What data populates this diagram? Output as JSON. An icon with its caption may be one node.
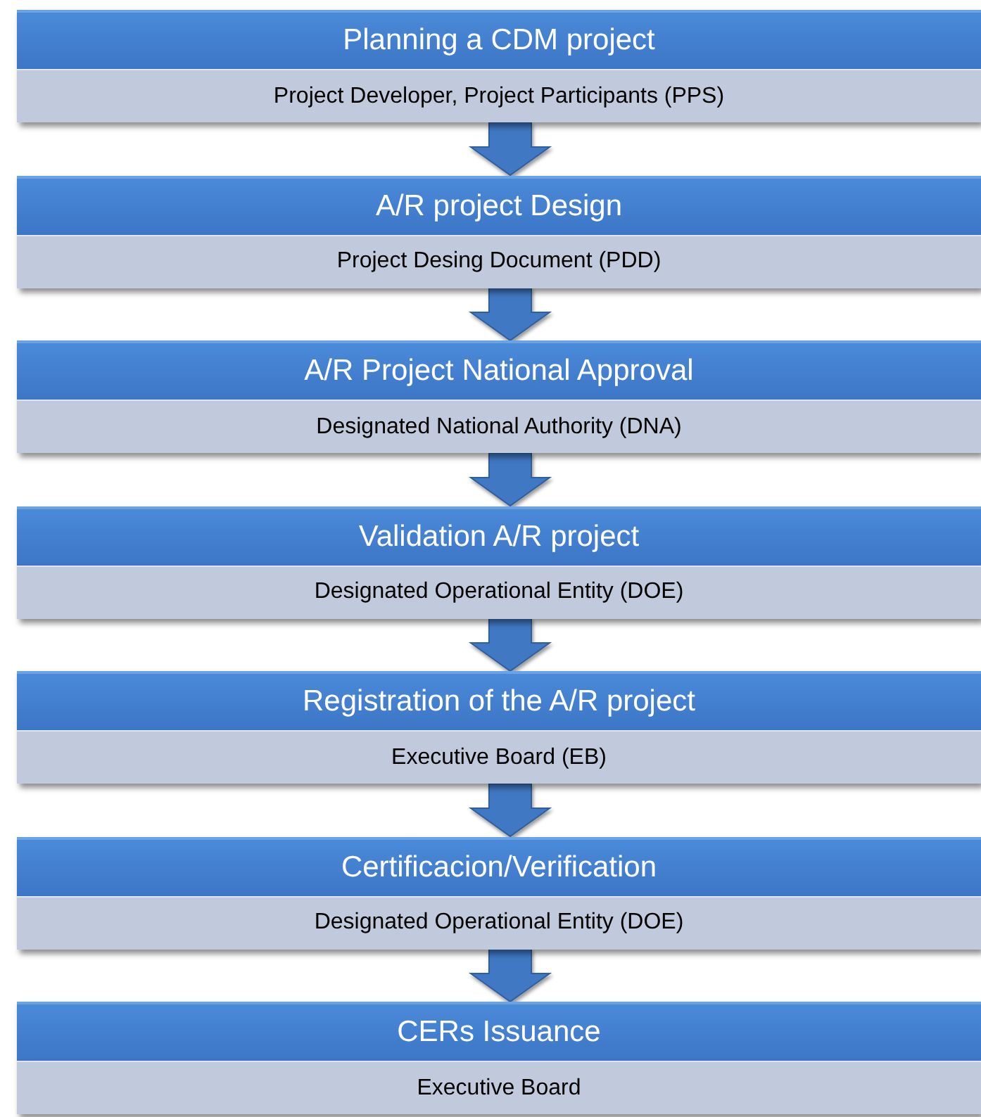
{
  "diagram": {
    "nodes": [
      {
        "text": [
          "Planning a CDM project",
          "Project Developer, Project Participants (PPS)"
        ]
      },
      {
        "text": [
          "A/R project Design",
          "Project Desing Document (PDD)"
        ]
      },
      {
        "text": [
          "A/R Project National Approval",
          "Designated National Authority (DNA)"
        ]
      },
      {
        "text": [
          "Validation A/R project",
          "Designated Operational Entity (DOE)"
        ]
      },
      {
        "text": [
          "Registration of the A/R project",
          "Executive Board (EB)"
        ]
      },
      {
        "text": [
          "Certificacion/Verification",
          "Designated Operational Entity (DOE)"
        ]
      },
      {
        "text": [
          "CERs Issuance",
          "Executive Board"
        ]
      }
    ],
    "edges": [
      {
        "from": 0,
        "to": 1,
        "arrow": "to",
        "style": "thick"
      },
      {
        "from": 1,
        "to": 2,
        "arrow": "to",
        "style": "thick"
      },
      {
        "from": 2,
        "to": 3,
        "arrow": "to",
        "style": "thick"
      },
      {
        "from": 3,
        "to": 4,
        "arrow": "to",
        "style": "thick"
      },
      {
        "from": 4,
        "to": 5,
        "arrow": "to",
        "style": "thick"
      },
      {
        "from": 5,
        "to": 6,
        "arrow": "to",
        "style": "thick"
      }
    ]
  }
}
